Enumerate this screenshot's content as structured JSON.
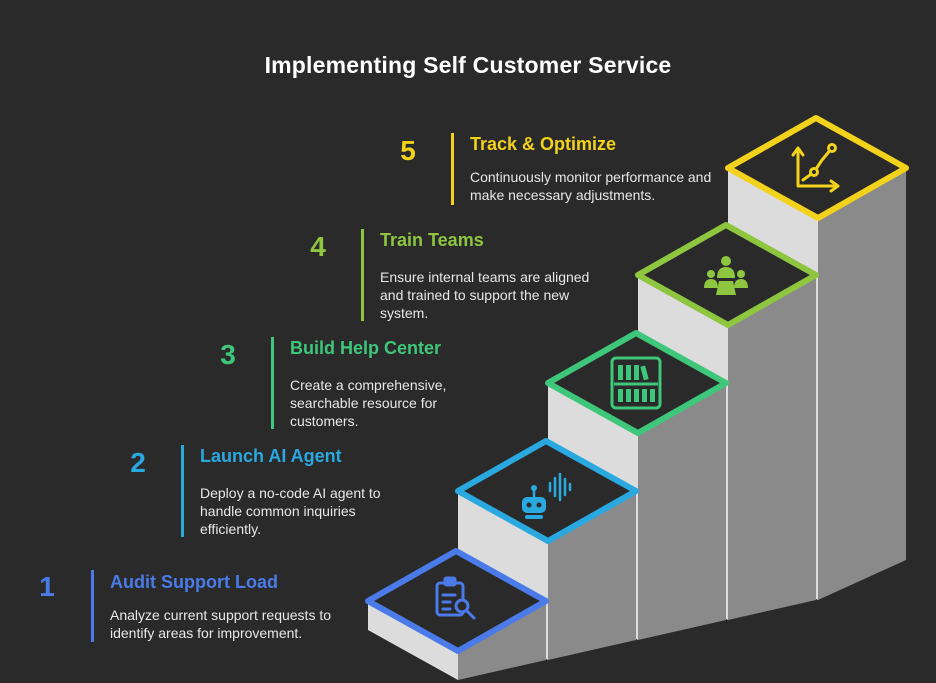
{
  "title": "Implementing Self Customer Service",
  "steps": [
    {
      "number": "1",
      "heading": "Audit Support Load",
      "description": "Analyze current support requests to identify areas for improvement.",
      "color": "#4a7be8",
      "icon": "clipboard-search-icon"
    },
    {
      "number": "2",
      "heading": "Launch AI Agent",
      "description": "Deploy a no-code AI agent to handle common inquiries efficiently.",
      "color": "#2aa8e0",
      "icon": "robot-voice-icon"
    },
    {
      "number": "3",
      "heading": "Build Help Center",
      "description": "Create a comprehensive, searchable resource for customers.",
      "color": "#3ec77a",
      "icon": "library-icon"
    },
    {
      "number": "4",
      "heading": "Train Teams",
      "description": "Ensure internal teams are aligned and trained to support the new system.",
      "color": "#8ec63f",
      "icon": "team-meeting-icon"
    },
    {
      "number": "5",
      "heading": "Track & Optimize",
      "description": "Continuously monitor performance and make necessary adjustments.",
      "color": "#f2d21b",
      "icon": "trend-line-icon"
    }
  ]
}
